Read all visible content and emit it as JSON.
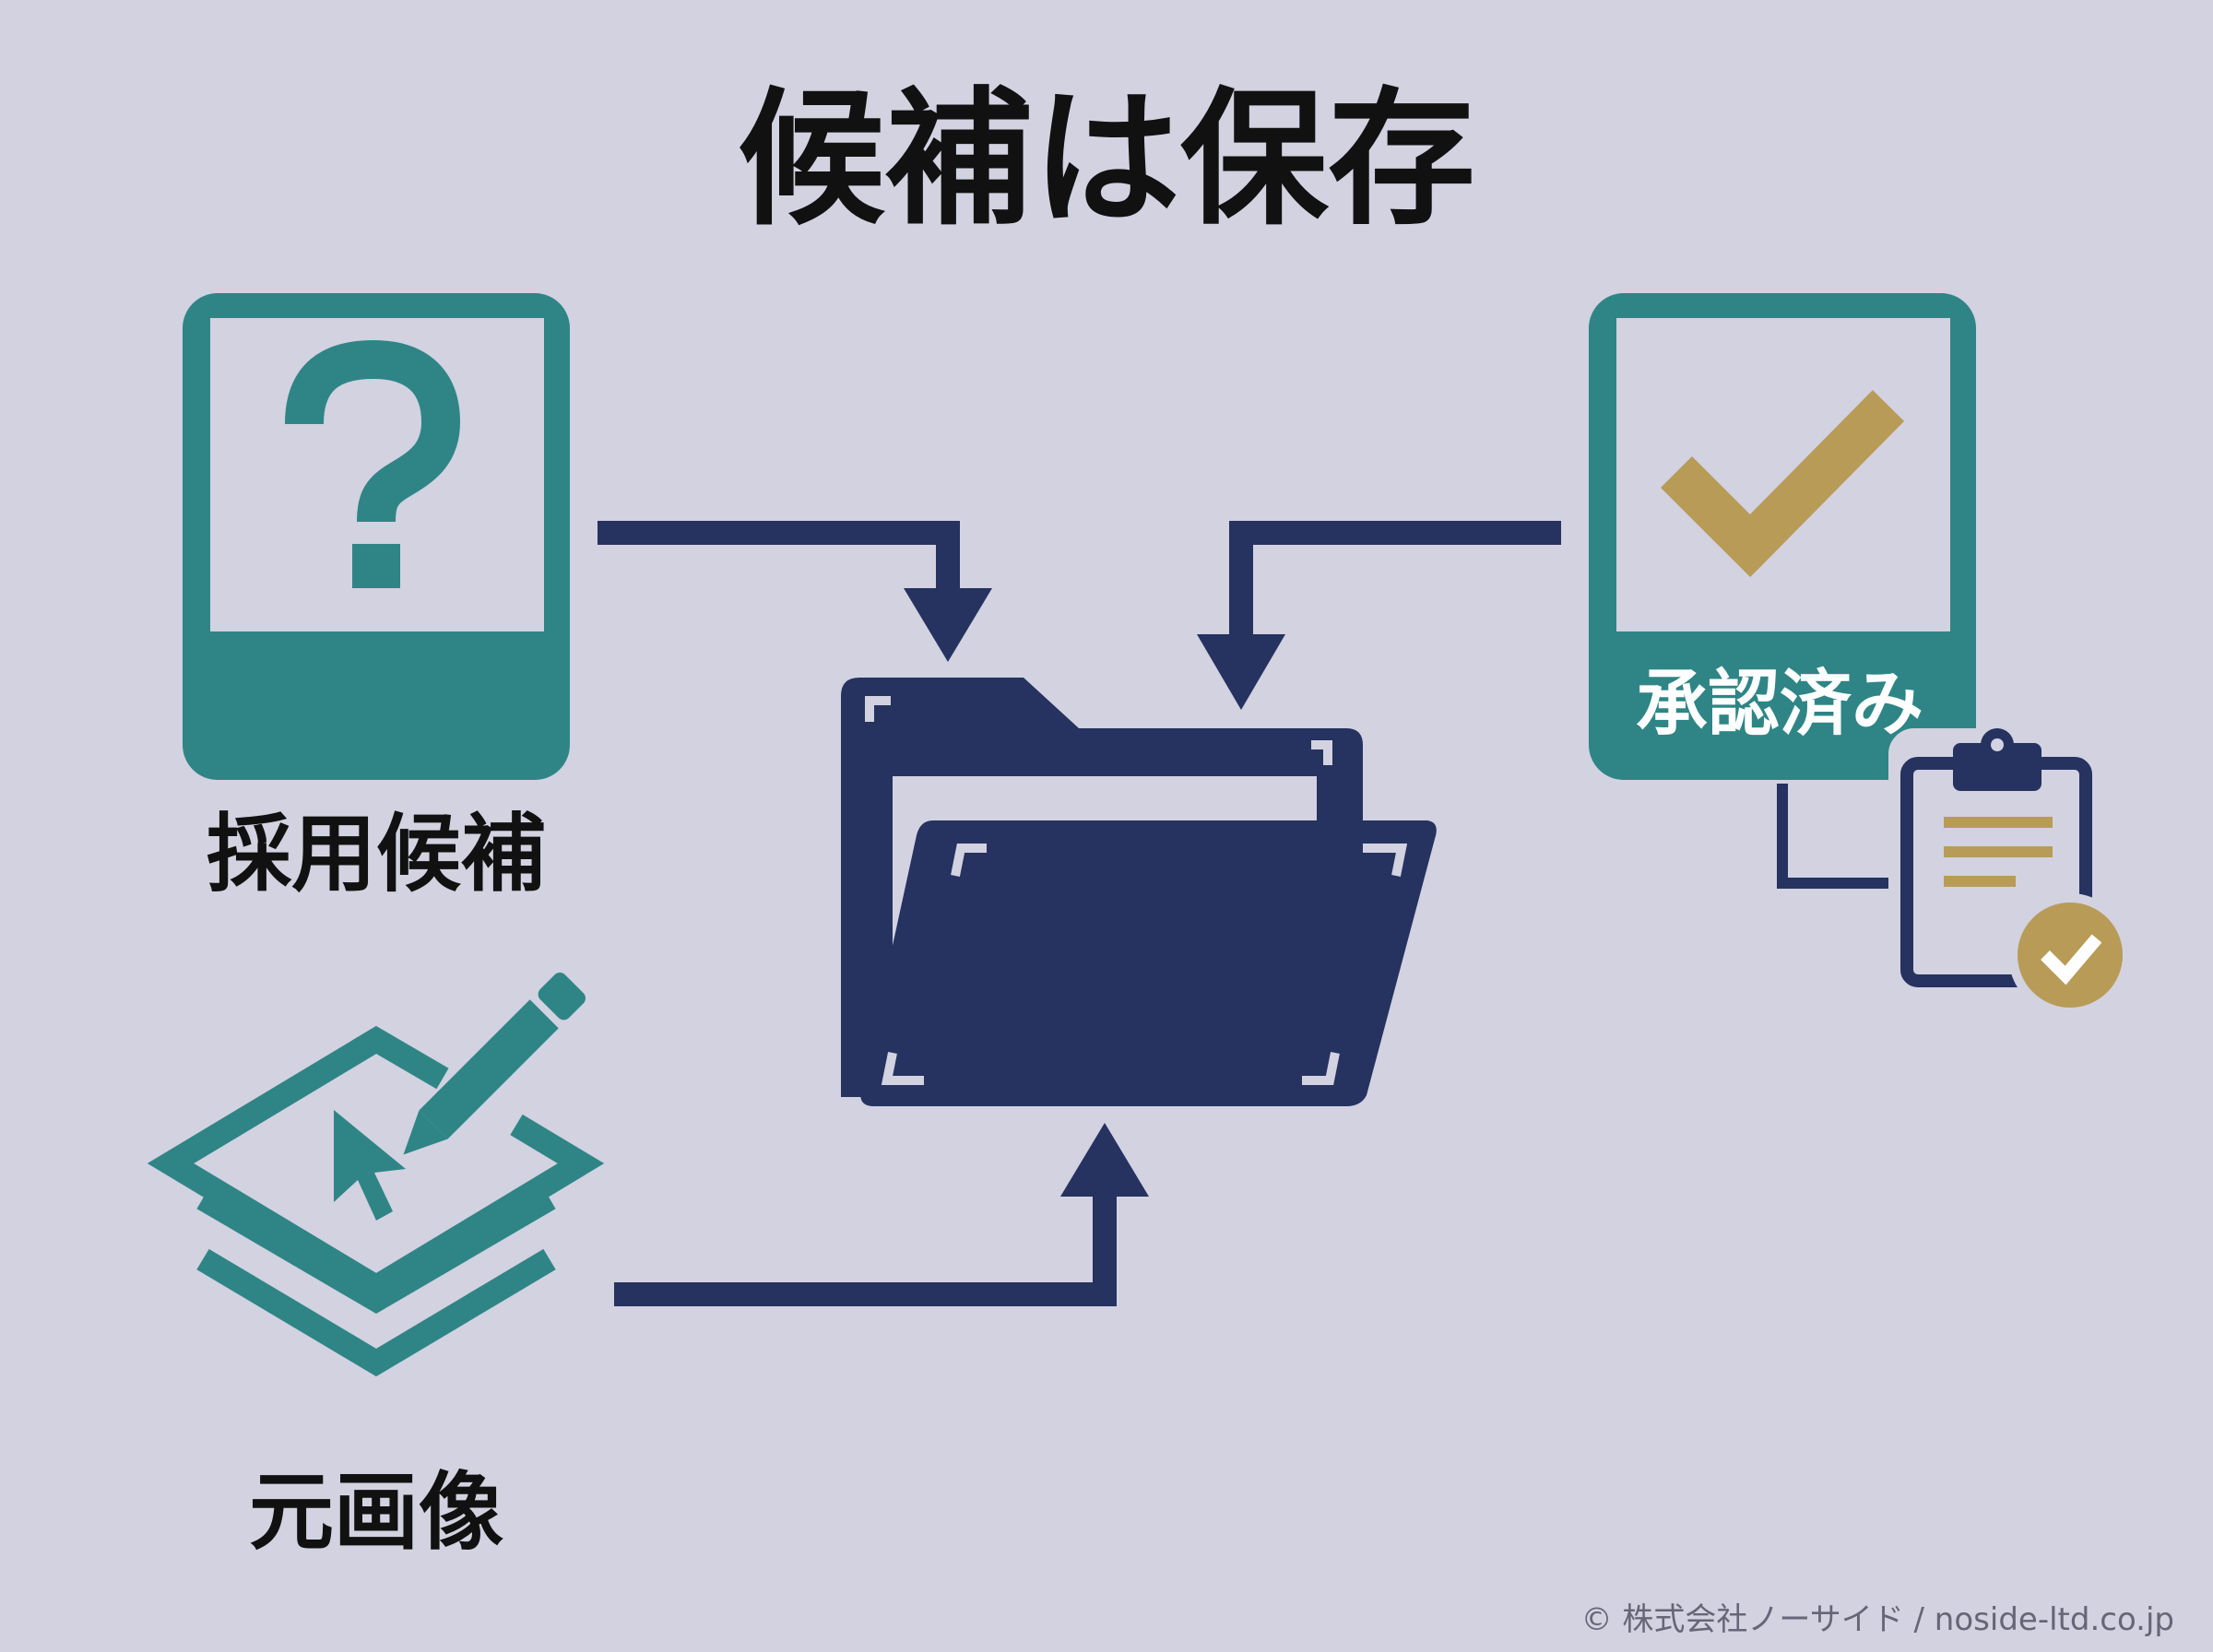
{
  "title": "候補は保存",
  "nodes": {
    "candidate": {
      "label": "採用候補",
      "icon": "question-mark-icon"
    },
    "original": {
      "label": "元画像",
      "icon": "layers-edit-icon"
    },
    "approved": {
      "badge": "承認済み",
      "icon": "checkmark-icon",
      "sub_icon": "clipboard-check-icon"
    },
    "storage": {
      "icon": "folder-icon"
    }
  },
  "copyright": "© 株式会社ノーサイド / noside-ltd.co.jp",
  "colors": {
    "background": "#d2d2e1",
    "teal": "#2f8585",
    "navy": "#26325f",
    "gold": "#b89b57",
    "text": "#111111"
  }
}
